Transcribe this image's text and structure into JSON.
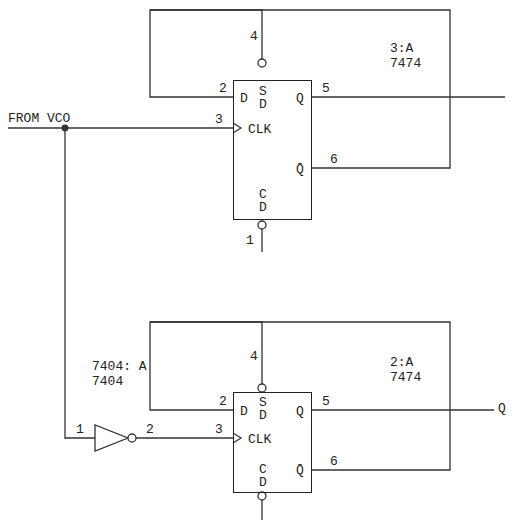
{
  "diagram": {
    "nodes": [
      {
        "text": [
          "D",
          "CLK",
          "SD",
          "CD",
          "Q",
          "Q̄"
        ]
      },
      {
        "text": [
          "D",
          "CLK",
          "SD",
          "CD",
          "Q",
          "Q̄"
        ]
      }
    ],
    "labels": [
      "FROM VCO",
      "3:A",
      "7474",
      "4",
      "2",
      "3",
      "5",
      "6",
      "1",
      "7404: A",
      "7404",
      "2:A",
      "7474",
      "4",
      "2",
      "3",
      "5",
      "6",
      "Q",
      "1",
      "2"
    ]
  }
}
